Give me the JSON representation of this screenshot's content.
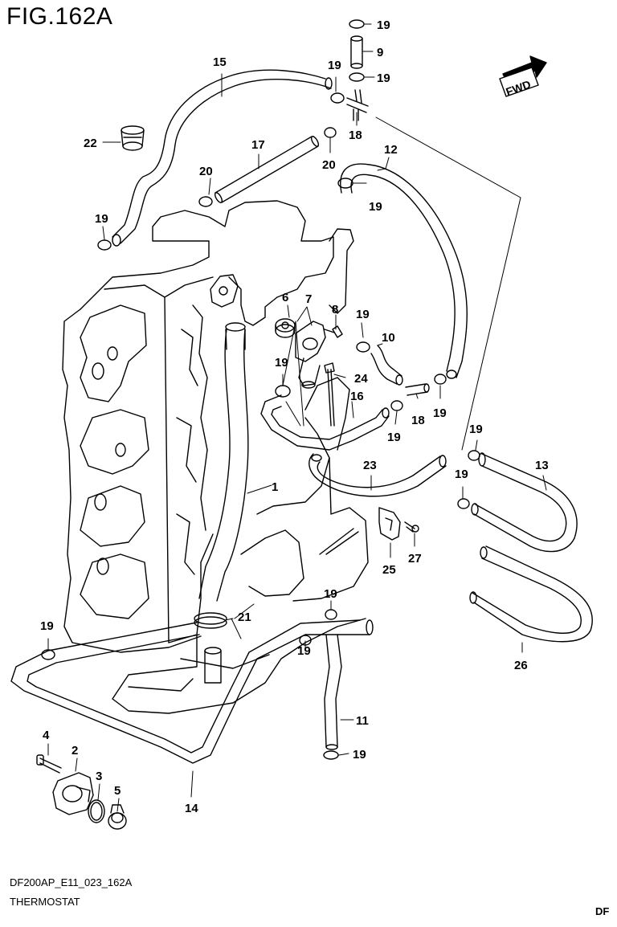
{
  "title": "FIG.162A",
  "footer": {
    "code": "DF200AP_E11_023_162A",
    "name": "THERMOSTAT",
    "corner_mark": "DF"
  },
  "fwd_label": "FWD",
  "part_numbers": [
    "1",
    "2",
    "3",
    "4",
    "5",
    "6",
    "7",
    "8",
    "9",
    "10",
    "11",
    "12",
    "13",
    "14",
    "15",
    "16",
    "17",
    "18",
    "19",
    "20",
    "21",
    "22",
    "23",
    "24",
    "25",
    "26",
    "27"
  ],
  "callouts": {
    "c1": "1",
    "c2": "2",
    "c3": "3",
    "c4": "4",
    "c5": "5",
    "c6": "6",
    "c7": "7",
    "c8": "8",
    "c9": "9",
    "c10": "10",
    "c11": "11",
    "c12": "12",
    "c13": "13",
    "c14": "14",
    "c15": "15",
    "c16": "16",
    "c17": "17",
    "c18a": "18",
    "c18b": "18",
    "c19a": "19",
    "c19b": "19",
    "c19c": "19",
    "c19d": "19",
    "c19e": "19",
    "c19f": "19",
    "c19g": "19",
    "c19h": "19",
    "c19i": "19",
    "c19j": "19",
    "c19k": "19",
    "c19l": "19",
    "c19m": "19",
    "c19n": "19",
    "c19o": "19",
    "c20a": "20",
    "c20b": "20",
    "c21": "21",
    "c22": "22",
    "c23": "23",
    "c24": "24",
    "c25": "25",
    "c26": "26",
    "c27": "27"
  }
}
